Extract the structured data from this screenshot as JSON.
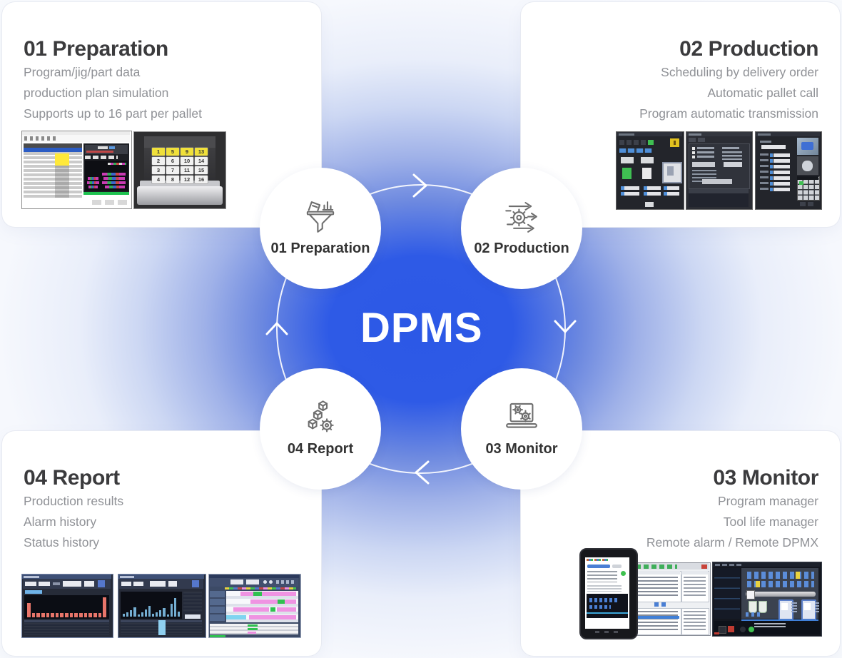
{
  "center": {
    "title": "DPMS",
    "flow": "clockwise",
    "nodes": [
      {
        "id": "preparation",
        "label": "01 Preparation",
        "icon": "funnel-data-icon"
      },
      {
        "id": "production",
        "label": "02 Production",
        "icon": "gear-flow-arrows-icon"
      },
      {
        "id": "monitor",
        "label": "03 Monitor",
        "icon": "laptop-gears-icon"
      },
      {
        "id": "report",
        "label": "04 Report",
        "icon": "cubes-gear-icon"
      }
    ]
  },
  "cards": {
    "preparation": {
      "title": "01 Preparation",
      "lines": [
        "Program/jig/part data",
        "production plan simulation",
        "Supports up to 16 part per pallet"
      ]
    },
    "production": {
      "title": "02 Production",
      "lines": [
        "Scheduling by delivery order",
        "Automatic pallet call",
        "Program automatic transmission"
      ]
    },
    "monitor": {
      "title": "03 Monitor",
      "lines": [
        "Program manager",
        "Tool life manager",
        "Remote alarm / Remote DPMX"
      ]
    },
    "report": {
      "title": "04 Report",
      "lines": [
        "Production results",
        "Alarm history",
        "Status history"
      ]
    }
  },
  "pallet": {
    "cells": [
      "1",
      "5",
      "9",
      "13",
      "2",
      "6",
      "10",
      "14",
      "3",
      "7",
      "11",
      "15",
      "4",
      "8",
      "12",
      "16"
    ],
    "highlighted_cells": [
      "1",
      "5",
      "9",
      "13"
    ]
  },
  "thumbnails": {
    "report_bars_salmon": [
      20,
      6,
      6,
      6,
      6,
      6,
      6,
      6,
      6,
      6,
      6,
      6,
      6,
      6,
      6,
      6,
      28
    ],
    "report_bars_blue": [
      4,
      6,
      9,
      13,
      3,
      6,
      10,
      15,
      4,
      6,
      9,
      12,
      3,
      18,
      26,
      7
    ]
  },
  "colors": {
    "accent_blue": "#2e5ae6",
    "card_bg": "#ffffff",
    "title_text": "#3b3b3d",
    "body_text": "#8f9196",
    "icon_stroke": "#6e6e6e",
    "pallet_yellow": "#f0e03a",
    "bar_salmon": "#e8756a",
    "bar_blue": "#74aed2",
    "gantt_pink": "#ee93e2",
    "status_green": "#2fc14f",
    "ring_white": "#ffffff"
  }
}
